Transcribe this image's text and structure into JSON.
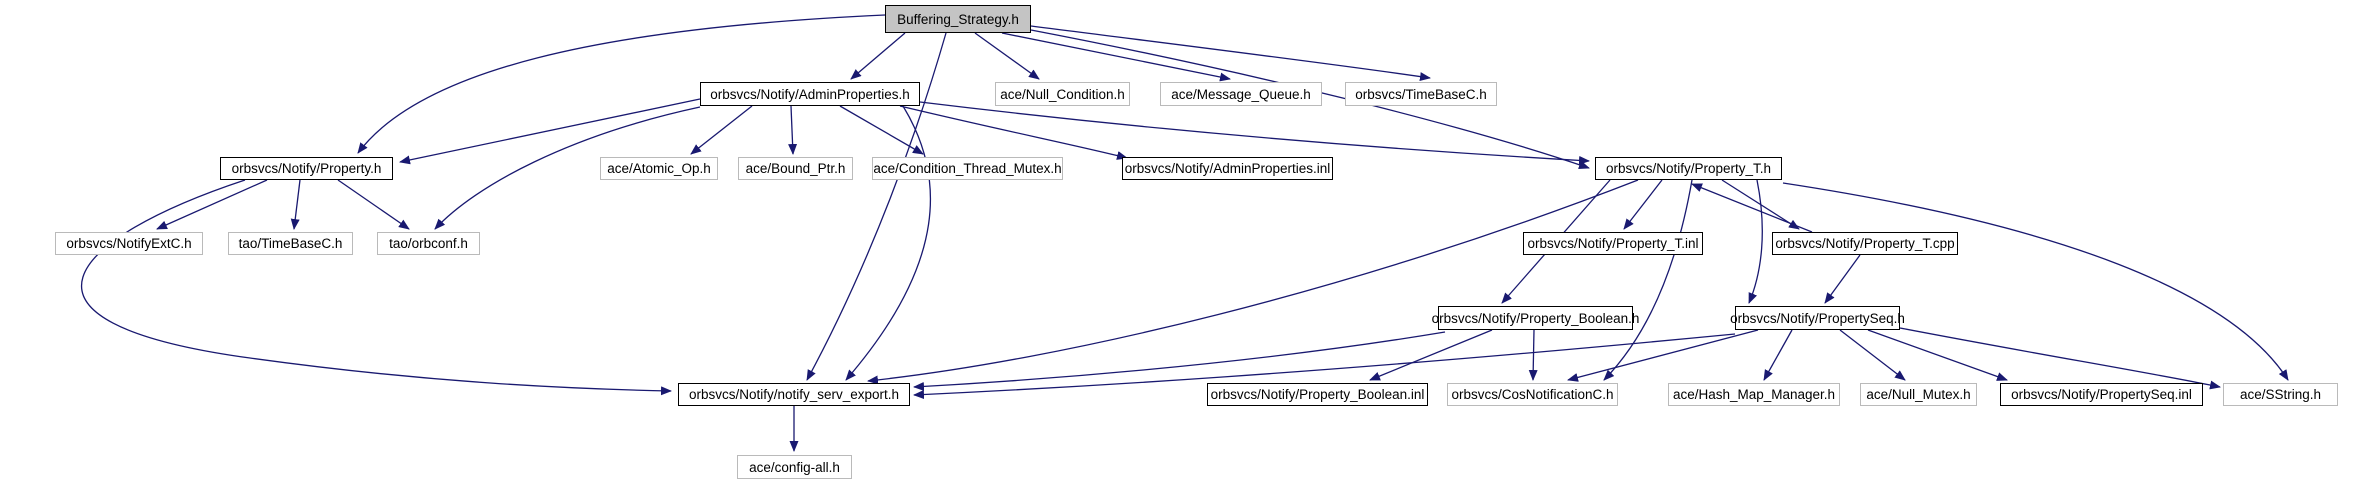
{
  "graph": {
    "type": "include-dependency-graph",
    "root": "Buffering_Strategy.h",
    "background_color": "#ffffff",
    "edge_color": "#191970",
    "root_fill_color": "#c4c4c4",
    "documented_border_color": "#000000",
    "external_border_color": "#bababa",
    "nodes": [
      {
        "id": "bs",
        "label": "Buffering_Strategy.h",
        "kind": "main"
      },
      {
        "id": "admin",
        "label": "orbsvcs/Notify/AdminProperties.h",
        "kind": "doc"
      },
      {
        "id": "null_cond",
        "label": "ace/Null_Condition.h",
        "kind": "ext"
      },
      {
        "id": "msg_queue",
        "label": "ace/Message_Queue.h",
        "kind": "ext"
      },
      {
        "id": "timebasec",
        "label": "orbsvcs/TimeBaseC.h",
        "kind": "ext"
      },
      {
        "id": "property",
        "label": "orbsvcs/Notify/Property.h",
        "kind": "doc"
      },
      {
        "id": "atomic",
        "label": "ace/Atomic_Op.h",
        "kind": "ext"
      },
      {
        "id": "bound",
        "label": "ace/Bound_Ptr.h",
        "kind": "ext"
      },
      {
        "id": "cond_mutex",
        "label": "ace/Condition_Thread_Mutex.h",
        "kind": "ext"
      },
      {
        "id": "admin_inl",
        "label": "orbsvcs/Notify/AdminProperties.inl",
        "kind": "doc"
      },
      {
        "id": "prop_t",
        "label": "orbsvcs/Notify/Property_T.h",
        "kind": "doc"
      },
      {
        "id": "notifyext",
        "label": "orbsvcs/NotifyExtC.h",
        "kind": "ext"
      },
      {
        "id": "tao_timebase",
        "label": "tao/TimeBaseC.h",
        "kind": "ext"
      },
      {
        "id": "orbconf",
        "label": "tao/orbconf.h",
        "kind": "ext"
      },
      {
        "id": "prop_t_inl",
        "label": "orbsvcs/Notify/Property_T.inl",
        "kind": "doc"
      },
      {
        "id": "prop_t_cpp",
        "label": "orbsvcs/Notify/Property_T.cpp",
        "kind": "doc"
      },
      {
        "id": "prop_bool",
        "label": "orbsvcs/Notify/Property_Boolean.h",
        "kind": "doc"
      },
      {
        "id": "propseq",
        "label": "orbsvcs/Notify/PropertySeq.h",
        "kind": "doc"
      },
      {
        "id": "nse",
        "label": "orbsvcs/Notify/notify_serv_export.h",
        "kind": "doc"
      },
      {
        "id": "prop_bool_inl",
        "label": "orbsvcs/Notify/Property_Boolean.inl",
        "kind": "doc"
      },
      {
        "id": "cosnotif",
        "label": "orbsvcs/CosNotificationC.h",
        "kind": "ext"
      },
      {
        "id": "hashmap",
        "label": "ace/Hash_Map_Manager.h",
        "kind": "ext"
      },
      {
        "id": "null_mutex",
        "label": "ace/Null_Mutex.h",
        "kind": "ext"
      },
      {
        "id": "propseq_inl",
        "label": "orbsvcs/Notify/PropertySeq.inl",
        "kind": "doc"
      },
      {
        "id": "sstring",
        "label": "ace/SString.h",
        "kind": "ext"
      },
      {
        "id": "config_all",
        "label": "ace/config-all.h",
        "kind": "ext"
      }
    ],
    "edges": [
      {
        "from": "bs",
        "to": "admin"
      },
      {
        "from": "bs",
        "to": "null_cond"
      },
      {
        "from": "bs",
        "to": "msg_queue"
      },
      {
        "from": "bs",
        "to": "timebasec"
      },
      {
        "from": "bs",
        "to": "property"
      },
      {
        "from": "bs",
        "to": "nse"
      },
      {
        "from": "bs",
        "to": "prop_t"
      },
      {
        "from": "admin",
        "to": "atomic"
      },
      {
        "from": "admin",
        "to": "bound"
      },
      {
        "from": "admin",
        "to": "cond_mutex"
      },
      {
        "from": "admin",
        "to": "admin_inl"
      },
      {
        "from": "admin",
        "to": "property"
      },
      {
        "from": "admin",
        "to": "orbconf"
      },
      {
        "from": "admin",
        "to": "prop_t"
      },
      {
        "from": "admin",
        "to": "nse"
      },
      {
        "from": "property",
        "to": "notifyext"
      },
      {
        "from": "property",
        "to": "tao_timebase"
      },
      {
        "from": "property",
        "to": "orbconf"
      },
      {
        "from": "property",
        "to": "nse"
      },
      {
        "from": "prop_t",
        "to": "prop_t_inl"
      },
      {
        "from": "prop_t",
        "to": "prop_t_cpp"
      },
      {
        "from": "prop_t_cpp",
        "to": "prop_t"
      },
      {
        "from": "prop_t",
        "to": "prop_bool"
      },
      {
        "from": "prop_t",
        "to": "propseq"
      },
      {
        "from": "prop_t",
        "to": "sstring"
      },
      {
        "from": "prop_t",
        "to": "cosnotif"
      },
      {
        "from": "prop_t",
        "to": "nse"
      },
      {
        "from": "prop_t_cpp",
        "to": "propseq"
      },
      {
        "from": "prop_bool",
        "to": "prop_bool_inl"
      },
      {
        "from": "prop_bool",
        "to": "cosnotif"
      },
      {
        "from": "prop_bool",
        "to": "nse"
      },
      {
        "from": "propseq",
        "to": "hashmap"
      },
      {
        "from": "propseq",
        "to": "null_mutex"
      },
      {
        "from": "propseq",
        "to": "propseq_inl"
      },
      {
        "from": "propseq",
        "to": "sstring"
      },
      {
        "from": "propseq",
        "to": "cosnotif"
      },
      {
        "from": "propseq",
        "to": "nse"
      },
      {
        "from": "nse",
        "to": "config_all"
      }
    ]
  }
}
